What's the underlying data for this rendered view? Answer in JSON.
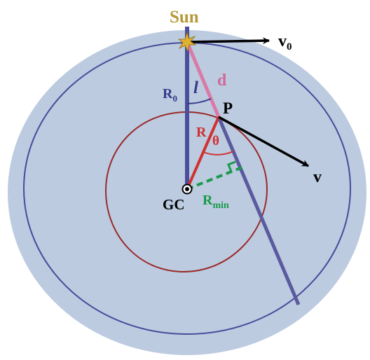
{
  "labels": {
    "sun": "Sun",
    "v0_main": "v",
    "v0_sub": "0",
    "d": "d",
    "l": "l",
    "r0_main": "R",
    "r0_sub": "0",
    "p": "P",
    "r": "R",
    "theta": "θ",
    "v": "v",
    "gc": "GC",
    "rmin_main": "R",
    "rmin_sub": "min"
  },
  "colors": {
    "disk_fill": "#bccbe0",
    "outer_orbit": "#4a4a9a",
    "inner_orbit": "#9a2a2a",
    "sun_gc_line": "#4b4f9b",
    "line_of_sight": "#5a5a9e",
    "d_segment": "#d97aa8",
    "r_segment": "#d03030",
    "rmin_segment": "#1a9a4a",
    "arrows": "#000000",
    "sun_label": "#b59a3c",
    "sun_star": "#e0b030",
    "d_label": "#d06a9a",
    "l_label": "#3a3a8a",
    "r0_label": "#3a3a8a",
    "r_label": "#d03030",
    "theta_label": "#d03030",
    "rmin_label": "#1a9a4a",
    "text_black": "#000000"
  },
  "icons": {
    "sun_marker": "sun-star-icon",
    "gc_marker": "galactic-center-icon"
  }
}
